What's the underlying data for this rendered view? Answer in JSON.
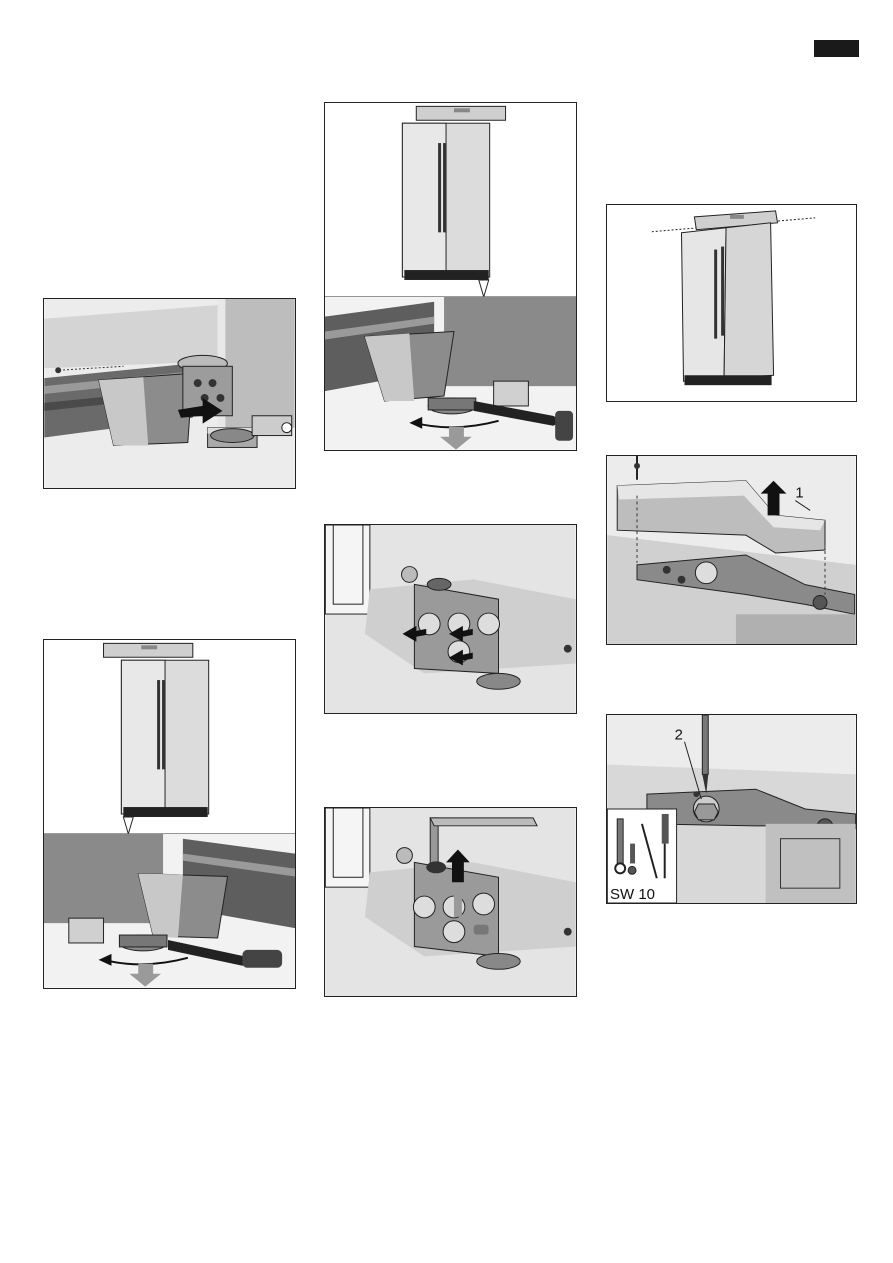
{
  "page": {
    "tab_marker_color": "#1a1a1a"
  },
  "figures": [
    {
      "id": "fig-foot-cover-remove",
      "callouts": []
    },
    {
      "id": "fig-level-right-foot",
      "callouts": []
    },
    {
      "id": "fig-level-left-foot",
      "callouts": []
    },
    {
      "id": "fig-door-tilt-check",
      "callouts": []
    },
    {
      "id": "fig-hinge-screws-loosen",
      "callouts": []
    },
    {
      "id": "fig-hinge-allen-key",
      "callouts": []
    },
    {
      "id": "fig-hinge-cover-lift",
      "callouts": [
        "1"
      ]
    },
    {
      "id": "fig-hinge-nut-adjust",
      "callouts": [
        "2"
      ],
      "tool_label": "SW 10"
    }
  ],
  "labels": {
    "callout_1": "1",
    "callout_2": "2",
    "tool_size": "SW 10"
  },
  "colors": {
    "metal_light": "#d9d9d9",
    "metal_mid": "#a8a8a8",
    "metal_dark": "#5a5a5a",
    "arrow_dark": "#111111",
    "arrow_grey": "#9a9a9a"
  }
}
